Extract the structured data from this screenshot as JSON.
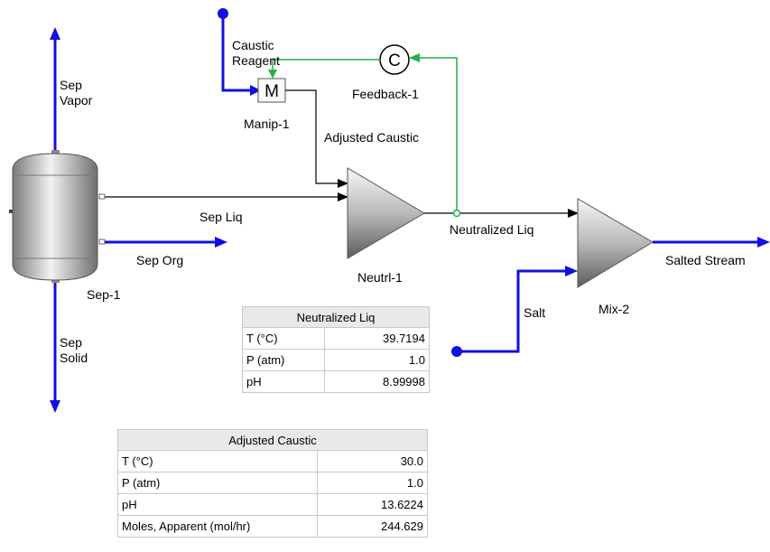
{
  "streams": {
    "caustic_reagent": "Caustic\nReagent",
    "adjusted_caustic": "Adjusted Caustic",
    "sep_vapor": "Sep\nVapor",
    "sep_liq": "Sep Liq",
    "sep_org": "Sep Org",
    "sep_solid": "Sep\nSolid",
    "neutralized_liq": "Neutralized Liq",
    "salt": "Salt",
    "salted_stream": "Salted Stream"
  },
  "blocks": {
    "manip": {
      "label": "Manip-1",
      "glyph": "M"
    },
    "feedback": {
      "label": "Feedback-1",
      "glyph": "C"
    },
    "separator": {
      "label": "Sep-1"
    },
    "neutralizer": {
      "label": "Neutrl-1"
    },
    "mixer": {
      "label": "Mix-2"
    }
  },
  "tables": {
    "neutralized": {
      "title": "Neutralized Liq",
      "rows": [
        {
          "name": "T (°C)",
          "value": "39.7194"
        },
        {
          "name": "P (atm)",
          "value": "1.0"
        },
        {
          "name": "pH",
          "value": "8.99998"
        }
      ]
    },
    "adjusted": {
      "title": "Adjusted Caustic",
      "rows": [
        {
          "name": "T (°C)",
          "value": "30.0"
        },
        {
          "name": "P (atm)",
          "value": "1.0"
        },
        {
          "name": "pH",
          "value": "13.6224"
        },
        {
          "name": "Moles, Apparent (mol/hr)",
          "value": "244.629"
        }
      ]
    }
  },
  "colors": {
    "stream_blue": "#1010e0",
    "process_line": "#000000",
    "control_green": "#22b14c"
  },
  "icons": [
    "feed-node-icon",
    "arrow-head-icon",
    "manipulator-icon",
    "controller-icon",
    "vessel-icon",
    "triangle-unit-icon"
  ]
}
